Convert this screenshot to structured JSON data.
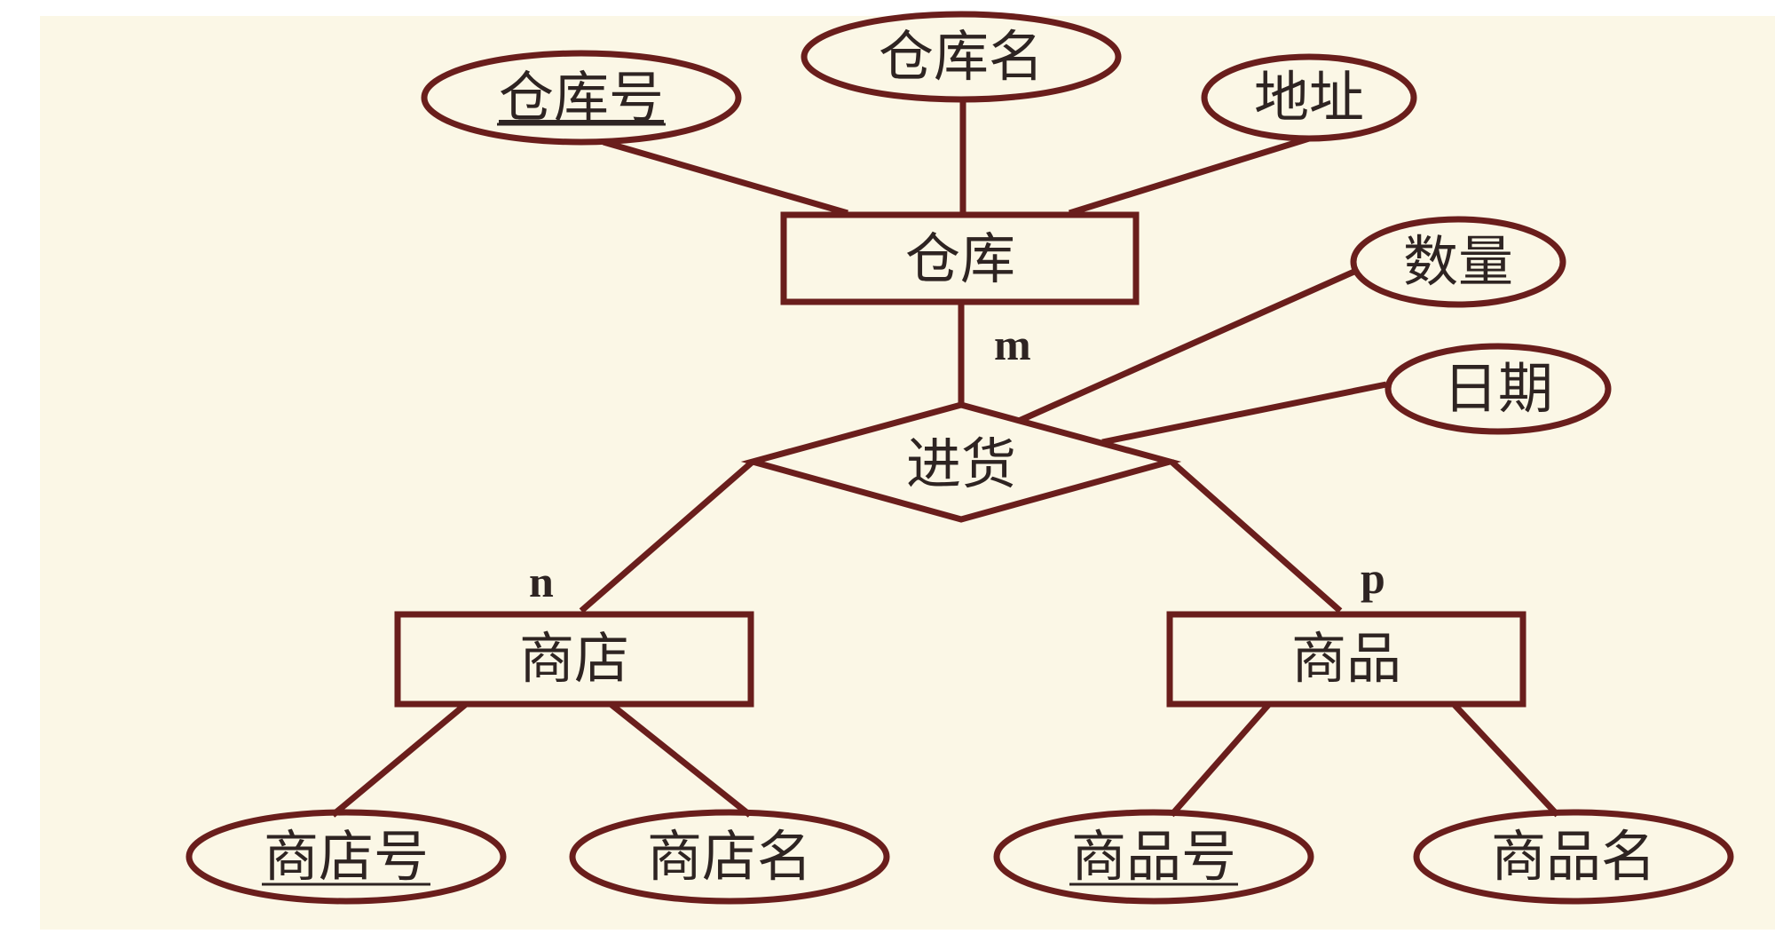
{
  "colors": {
    "background": "#fbf7e6",
    "stroke": "#6a1e1c",
    "text": "#2e2422"
  },
  "entities": {
    "warehouse": "仓库",
    "store": "商店",
    "product": "商品"
  },
  "relationship": {
    "purchase": "进货"
  },
  "attributes": {
    "warehouse_no": "仓库号",
    "warehouse_name": "仓库名",
    "address": "地址",
    "quantity": "数量",
    "date": "日期",
    "store_no": "商店号",
    "store_name": "商店名",
    "product_no": "商品号",
    "product_name": "商品名"
  },
  "cardinality": {
    "warehouse": "m",
    "store": "n",
    "product": "p"
  }
}
